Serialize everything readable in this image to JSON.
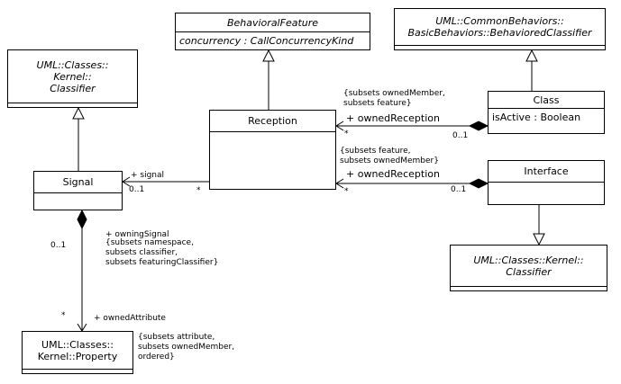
{
  "classes": {
    "behavioral_feature": {
      "name": "BehavioralFeature",
      "attr": "concurrency : CallConcurrencyKind"
    },
    "behaviored_classifier": {
      "name_line1": "UML::CommonBehaviors::",
      "name_line2": "BasicBehaviors::BehavioredClassifier"
    },
    "classifier_top": {
      "line1": "UML::Classes::",
      "line2": "Kernel::",
      "line3": "Classifier"
    },
    "reception": {
      "name": "Reception"
    },
    "class": {
      "name": "Class",
      "attr": "isActive : Boolean"
    },
    "signal": {
      "name": "Signal"
    },
    "interface": {
      "name": "Interface"
    },
    "classifier_bottom": {
      "line1": "UML::Classes::Kernel::",
      "line2": "Classifier"
    },
    "property": {
      "line1": "UML::Classes::",
      "line2": "Kernel::Property"
    }
  },
  "associations": {
    "class_reception": {
      "constraint": "{subsets ownedMember,\nsubsets feature}",
      "role": "+ ownedReception",
      "mult_reception": "*",
      "mult_class": "0..1"
    },
    "interface_reception": {
      "constraint": "{subsets feature,\nsubsets ownedMember}",
      "role": "+ ownedReception",
      "mult_reception": "*",
      "mult_interface": "0..1"
    },
    "signal_reception": {
      "role": "+ signal",
      "mult_signal": "0..1",
      "mult_reception": "*"
    },
    "signal_property": {
      "owning_role": "+ owningSignal",
      "owning_constraint": "{subsets namespace,\nsubsets classifier,\nsubsets featuringClassifier}",
      "owning_mult": "0..1",
      "owned_role": "+ ownedAttribute",
      "owned_mult": "*",
      "owned_constraint": "{subsets attribute,\nsubsets ownedMember,\nordered}"
    }
  }
}
